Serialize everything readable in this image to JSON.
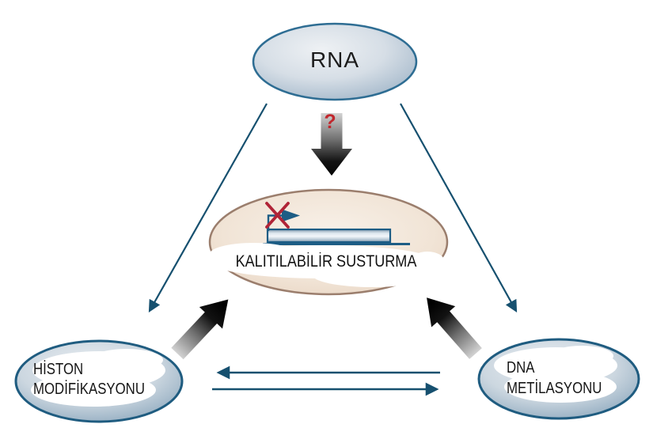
{
  "diagram": {
    "type": "concept-triangle",
    "background": "#ffffff"
  },
  "nodes": {
    "rna": {
      "label": "RNA"
    },
    "heritable_silencing": {
      "label": "KALITILABİLİR SUSTURMA"
    },
    "histone_modification": {
      "label_line1": "HİSTON",
      "label_line2": "MODİFİKASYONU"
    },
    "dna_methylation": {
      "label_line1": "DNA",
      "label_line2": "METİLASYONU"
    }
  },
  "annotations": {
    "uncertainty_mark": "?"
  },
  "colors": {
    "question-red": "#c1272d",
    "cross-red": "#b02437",
    "arrow-teal": "#16506f",
    "node-border-blue": "#2e6d93",
    "node-border-dark-blue": "#1f5c80",
    "central-border-tan": "#9b7e6d",
    "thick-arrow-black": "#000000",
    "text-dark": "#161616"
  }
}
